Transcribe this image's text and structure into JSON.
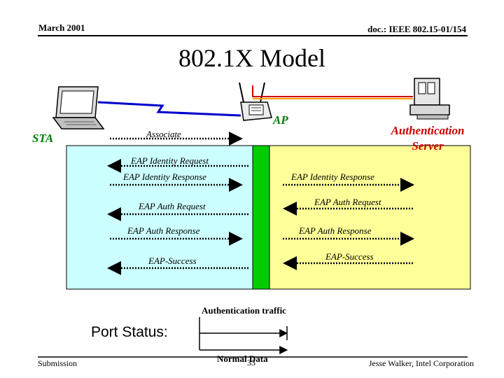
{
  "header": {
    "date": "March 2001",
    "doc": "doc.: IEEE 802.15-01/154"
  },
  "title": "802.1X Model",
  "nodes": {
    "sta": "STA",
    "ap": "AP",
    "server": "Authentication Server"
  },
  "messages": {
    "associate": "Associate",
    "eap_identity_request": "EAP Identity Request",
    "eap_identity_response_left": "EAP Identity Response",
    "eap_identity_response_right": "EAP Identity Response",
    "eap_auth_request_left": "EAP Auth Request",
    "eap_auth_request_right": "EAP Auth Request",
    "eap_auth_response_left": "EAP Auth Response",
    "eap_auth_response_right": "EAP Auth Response",
    "eap_success_left": "EAP-Success",
    "eap_success_right": "EAP-Success"
  },
  "port": {
    "status_label": "Port Status:",
    "auth_traffic": "Authentication traffic",
    "normal_data": "Normal Data"
  },
  "footer": {
    "left": "Submission",
    "page": "33",
    "right": "Jesse Walker, Intel Corporation"
  },
  "colors": {
    "sta_region": "#ccffff",
    "server_region": "#ffff99",
    "port": "#00cc00",
    "node_label": "#008000",
    "server_label": "#cc0000",
    "link_blue": "#0000cc",
    "link_red": "#cc0000",
    "link_orange": "#ff9900"
  }
}
